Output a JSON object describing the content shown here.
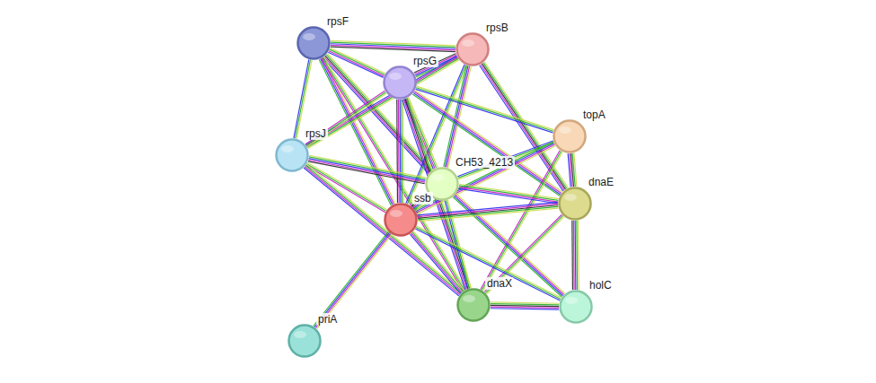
{
  "diagram": {
    "nodes": [
      {
        "text": [
          "rpsF"
        ]
      },
      {
        "text": [
          "rpsB"
        ]
      },
      {
        "text": [
          "rpsG"
        ]
      },
      {
        "text": [
          "topA"
        ]
      },
      {
        "text": [
          "rpsJ"
        ]
      },
      {
        "text": [
          "CH53_4213"
        ]
      },
      {
        "text": [
          "dnaE"
        ]
      },
      {
        "text": [
          "ssb"
        ]
      },
      {
        "text": [
          "dnaX"
        ]
      },
      {
        "text": [
          "holC"
        ]
      },
      {
        "text": [
          "priA"
        ]
      }
    ],
    "edges": [
      {
        "from": 0,
        "to": 1,
        "arrow": "none"
      },
      {
        "from": 0,
        "to": 2,
        "arrow": "none"
      },
      {
        "from": 0,
        "to": 4,
        "arrow": "none"
      },
      {
        "from": 0,
        "to": 7,
        "arrow": "none"
      },
      {
        "from": 0,
        "to": 5,
        "arrow": "none"
      },
      {
        "from": 0,
        "to": 8,
        "arrow": "none"
      },
      {
        "from": 1,
        "to": 2,
        "arrow": "none"
      },
      {
        "from": 1,
        "to": 4,
        "arrow": "none"
      },
      {
        "from": 1,
        "to": 7,
        "arrow": "none"
      },
      {
        "from": 1,
        "to": 5,
        "arrow": "none"
      },
      {
        "from": 1,
        "to": 6,
        "arrow": "none"
      },
      {
        "from": 2,
        "to": 4,
        "arrow": "none"
      },
      {
        "from": 2,
        "to": 7,
        "arrow": "none"
      },
      {
        "from": 2,
        "to": 5,
        "arrow": "none"
      },
      {
        "from": 2,
        "to": 3,
        "arrow": "none"
      },
      {
        "from": 2,
        "to": 6,
        "arrow": "none"
      },
      {
        "from": 2,
        "to": 8,
        "arrow": "none"
      },
      {
        "from": 4,
        "to": 7,
        "arrow": "none"
      },
      {
        "from": 4,
        "to": 5,
        "arrow": "none"
      },
      {
        "from": 4,
        "to": 8,
        "arrow": "none"
      },
      {
        "from": 3,
        "to": 5,
        "arrow": "none"
      },
      {
        "from": 3,
        "to": 7,
        "arrow": "none"
      },
      {
        "from": 3,
        "to": 6,
        "arrow": "none"
      },
      {
        "from": 3,
        "to": 8,
        "arrow": "none"
      },
      {
        "from": 5,
        "to": 7,
        "arrow": "none"
      },
      {
        "from": 5,
        "to": 6,
        "arrow": "none"
      },
      {
        "from": 5,
        "to": 8,
        "arrow": "none"
      },
      {
        "from": 5,
        "to": 9,
        "arrow": "none"
      },
      {
        "from": 6,
        "to": 7,
        "arrow": "none"
      },
      {
        "from": 6,
        "to": 8,
        "arrow": "none"
      },
      {
        "from": 6,
        "to": 9,
        "arrow": "none"
      },
      {
        "from": 7,
        "to": 8,
        "arrow": "none"
      },
      {
        "from": 7,
        "to": 9,
        "arrow": "none"
      },
      {
        "from": 7,
        "to": 10,
        "arrow": "none"
      },
      {
        "from": 8,
        "to": 9,
        "arrow": "none"
      }
    ]
  }
}
